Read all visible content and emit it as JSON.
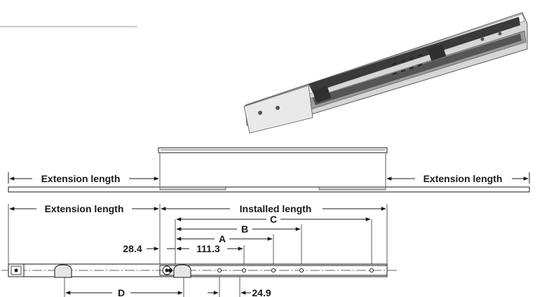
{
  "labels": {
    "extension_length_left": "Extension length",
    "extension_length_right": "Extension length",
    "extension_length_bottom": "Extension length",
    "installed_length": "Installed length",
    "dim_a": "A",
    "dim_b": "B",
    "dim_c": "C",
    "dim_d": "D",
    "dim_28_4": "28.4",
    "dim_111_3": "111.3",
    "dim_24_9": "24.9"
  },
  "colors": {
    "line": "#1a1a1a",
    "rail_light": "#d9d9d9",
    "rail_dark": "#4a4a4a"
  }
}
